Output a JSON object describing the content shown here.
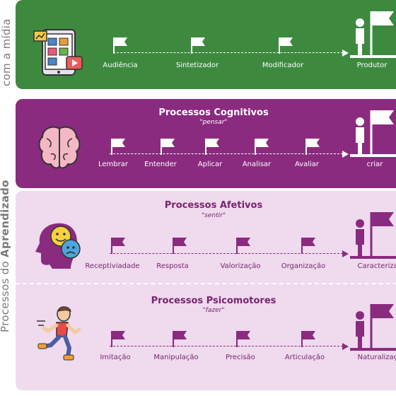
{
  "side_labels": {
    "midia": "com a mídia",
    "aprendizado_prefix": "Processos do ",
    "aprendizado_bold": "Aprendizado"
  },
  "media": {
    "steps": [
      "Audiência",
      "Sintetizador",
      "Modificador"
    ],
    "end": "Produtor"
  },
  "cognitive": {
    "title": "Processos Cognitivos",
    "subtitle": "\"pensar\"",
    "steps": [
      "Lembrar",
      "Entender",
      "Aplicar",
      "Analisar",
      "Avaliar"
    ],
    "end": "criar"
  },
  "affective": {
    "title": "Processos Afetivos",
    "subtitle": "\"sentir\"",
    "steps": [
      "Receptiviadade",
      "Resposta",
      "Valorização",
      "Organização"
    ],
    "end": "Caracterização"
  },
  "psychomotor": {
    "title": "Processos Psicomotores",
    "subtitle": "\"fazer\"",
    "steps": [
      "Imitação",
      "Manipulação",
      "Precisão",
      "Articulação"
    ],
    "end": "Naturalização"
  },
  "colors": {
    "green": "#3d8a3f",
    "purple": "#8a2b7f",
    "light": "#efdaee",
    "text_dark": "#7b2370"
  }
}
